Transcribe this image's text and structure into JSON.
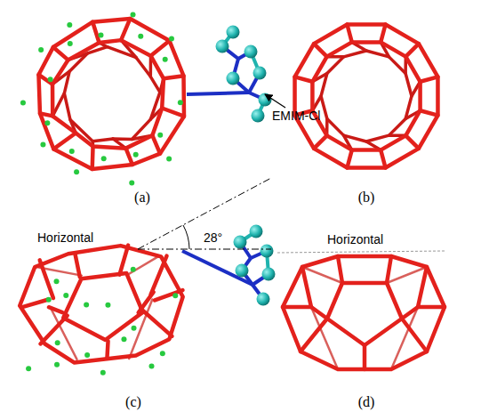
{
  "diagram": {
    "labels": [
      "EMIM-Cl",
      "(a)",
      "(b)",
      "Horizontal",
      "28°",
      "(c)",
      "Horizontal",
      "(d)"
    ]
  }
}
